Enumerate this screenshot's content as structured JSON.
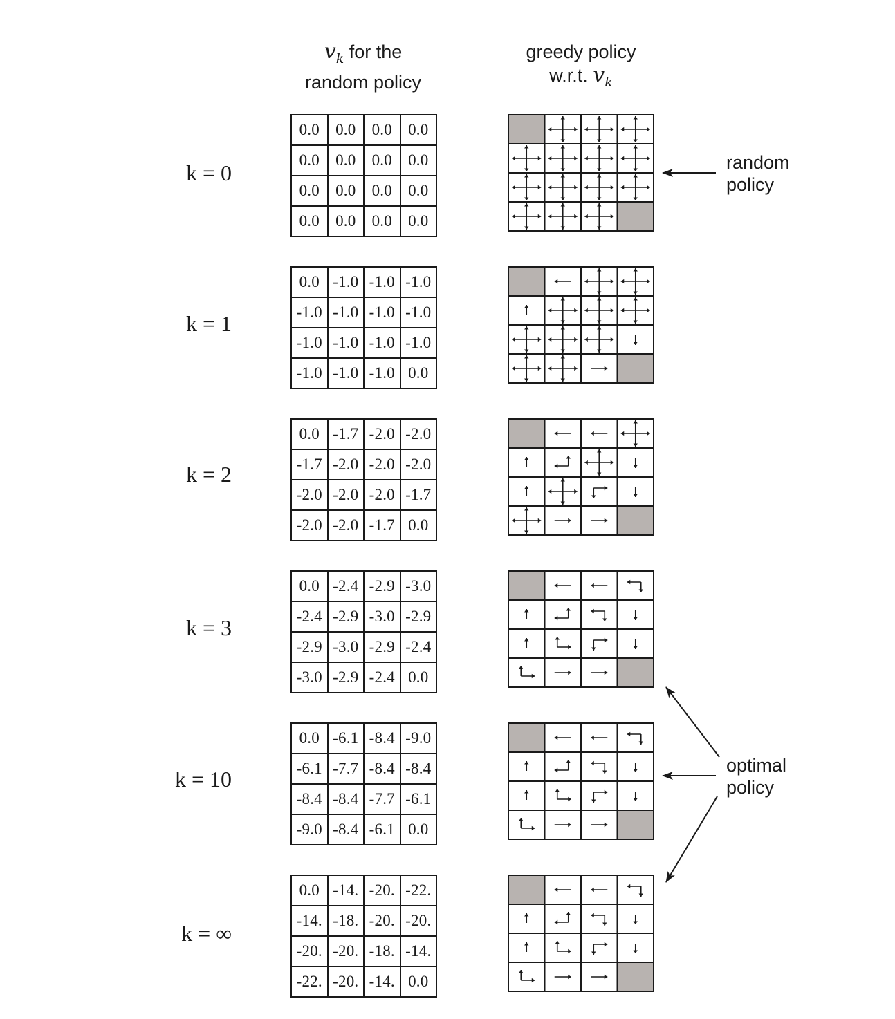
{
  "header": {
    "left": {
      "line1_rest": " for the",
      "line2": "random policy"
    },
    "right": {
      "line1": "greedy policy",
      "line2_prefix": "w.r.t. "
    },
    "vk": {
      "v": "v",
      "k": "k"
    }
  },
  "rows": [
    {
      "k_label": "k = 0",
      "values": [
        [
          "0.0",
          "0.0",
          "0.0",
          "0.0"
        ],
        [
          "0.0",
          "0.0",
          "0.0",
          "0.0"
        ],
        [
          "0.0",
          "0.0",
          "0.0",
          "0.0"
        ],
        [
          "0.0",
          "0.0",
          "0.0",
          "0.0"
        ]
      ],
      "policy": [
        [
          "T",
          "all",
          "all",
          "all"
        ],
        [
          "all",
          "all",
          "all",
          "all"
        ],
        [
          "all",
          "all",
          "all",
          "all"
        ],
        [
          "all",
          "all",
          "all",
          "T"
        ]
      ]
    },
    {
      "k_label": "k = 1",
      "values": [
        [
          "0.0",
          "-1.0",
          "-1.0",
          "-1.0"
        ],
        [
          "-1.0",
          "-1.0",
          "-1.0",
          "-1.0"
        ],
        [
          "-1.0",
          "-1.0",
          "-1.0",
          "-1.0"
        ],
        [
          "-1.0",
          "-1.0",
          "-1.0",
          "0.0"
        ]
      ],
      "policy": [
        [
          "T",
          "L",
          "all",
          "all"
        ],
        [
          "U",
          "all",
          "all",
          "all"
        ],
        [
          "all",
          "all",
          "all",
          "D"
        ],
        [
          "all",
          "all",
          "R",
          "T"
        ]
      ]
    },
    {
      "k_label": "k = 2",
      "values": [
        [
          "0.0",
          "-1.7",
          "-2.0",
          "-2.0"
        ],
        [
          "-1.7",
          "-2.0",
          "-2.0",
          "-2.0"
        ],
        [
          "-2.0",
          "-2.0",
          "-2.0",
          "-1.7"
        ],
        [
          "-2.0",
          "-2.0",
          "-1.7",
          "0.0"
        ]
      ],
      "policy": [
        [
          "T",
          "L",
          "L",
          "all"
        ],
        [
          "U",
          "UL",
          "all",
          "D"
        ],
        [
          "U",
          "all",
          "DR",
          "D"
        ],
        [
          "all",
          "R",
          "R",
          "T"
        ]
      ]
    },
    {
      "k_label": "k = 3",
      "values": [
        [
          "0.0",
          "-2.4",
          "-2.9",
          "-3.0"
        ],
        [
          "-2.4",
          "-2.9",
          "-3.0",
          "-2.9"
        ],
        [
          "-2.9",
          "-3.0",
          "-2.9",
          "-2.4"
        ],
        [
          "-3.0",
          "-2.9",
          "-2.4",
          "0.0"
        ]
      ],
      "policy": [
        [
          "T",
          "L",
          "L",
          "DL"
        ],
        [
          "U",
          "UL",
          "DL",
          "D"
        ],
        [
          "U",
          "UR",
          "DR",
          "D"
        ],
        [
          "UR",
          "R",
          "R",
          "T"
        ]
      ]
    },
    {
      "k_label": "k = 10",
      "values": [
        [
          "0.0",
          "-6.1",
          "-8.4",
          "-9.0"
        ],
        [
          "-6.1",
          "-7.7",
          "-8.4",
          "-8.4"
        ],
        [
          "-8.4",
          "-8.4",
          "-7.7",
          "-6.1"
        ],
        [
          "-9.0",
          "-8.4",
          "-6.1",
          "0.0"
        ]
      ],
      "policy": [
        [
          "T",
          "L",
          "L",
          "DL"
        ],
        [
          "U",
          "UL",
          "DL",
          "D"
        ],
        [
          "U",
          "UR",
          "DR",
          "D"
        ],
        [
          "UR",
          "R",
          "R",
          "T"
        ]
      ]
    },
    {
      "k_label": "k = ∞",
      "values": [
        [
          "0.0",
          "-14.",
          "-20.",
          "-22."
        ],
        [
          "-14.",
          "-18.",
          "-20.",
          "-20."
        ],
        [
          "-20.",
          "-20.",
          "-18.",
          "-14."
        ],
        [
          "-22.",
          "-20.",
          "-14.",
          "0.0"
        ]
      ],
      "policy": [
        [
          "T",
          "L",
          "L",
          "DL"
        ],
        [
          "U",
          "UL",
          "DL",
          "D"
        ],
        [
          "U",
          "UR",
          "DR",
          "D"
        ],
        [
          "UR",
          "R",
          "R",
          "T"
        ]
      ]
    }
  ],
  "annotations": {
    "random_policy": {
      "line1": "random",
      "line2": "policy"
    },
    "optimal_policy": {
      "line1": "optimal",
      "line2": "policy"
    }
  },
  "colors": {
    "terminal_fill": "#b8b3b0",
    "ink": "#1a1a1a"
  }
}
